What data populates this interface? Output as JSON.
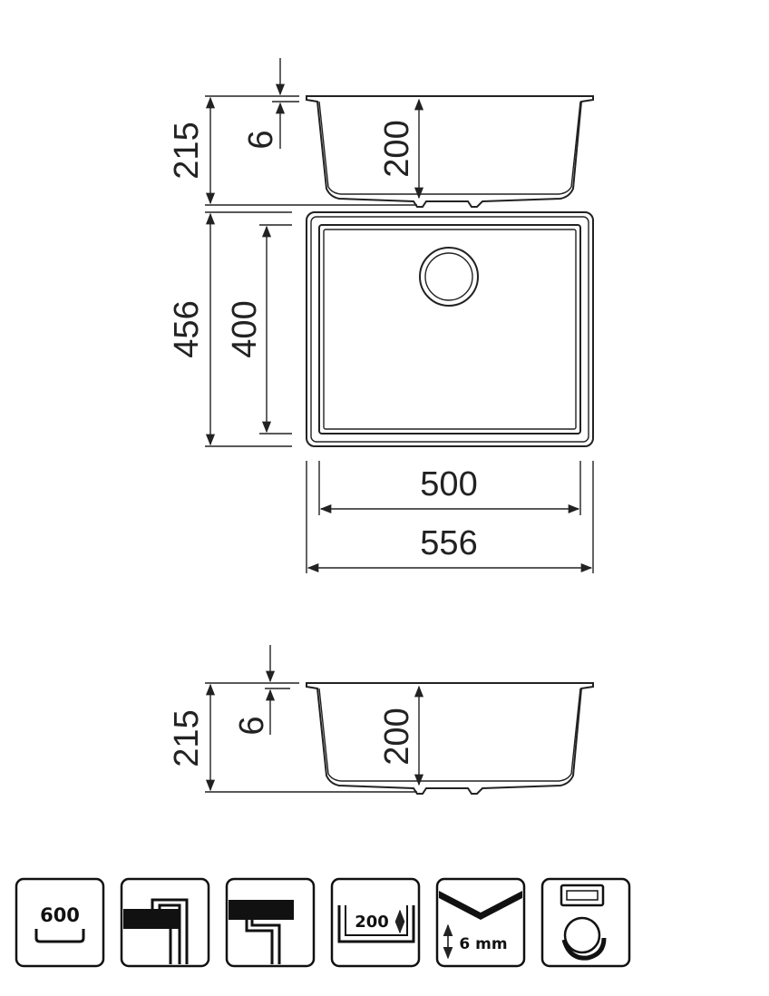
{
  "drawing": {
    "side_view_top": {
      "total_height": "215",
      "rim": "6",
      "bowl_depth": "200"
    },
    "top_view": {
      "outer_depth": "456",
      "inner_depth": "400",
      "inner_width": "500",
      "outer_width": "556"
    },
    "side_view_bottom": {
      "total_height": "215",
      "rim": "6",
      "bowl_depth": "200"
    }
  },
  "icons": [
    {
      "name": "cabinet-600-icon",
      "label": "600"
    },
    {
      "name": "inset-mount-icon",
      "label": ""
    },
    {
      "name": "undermount-icon",
      "label": ""
    },
    {
      "name": "bowl-depth-icon",
      "label": "200"
    },
    {
      "name": "thickness-icon",
      "label": "6 mm"
    },
    {
      "name": "drain-icon",
      "label": ""
    }
  ]
}
